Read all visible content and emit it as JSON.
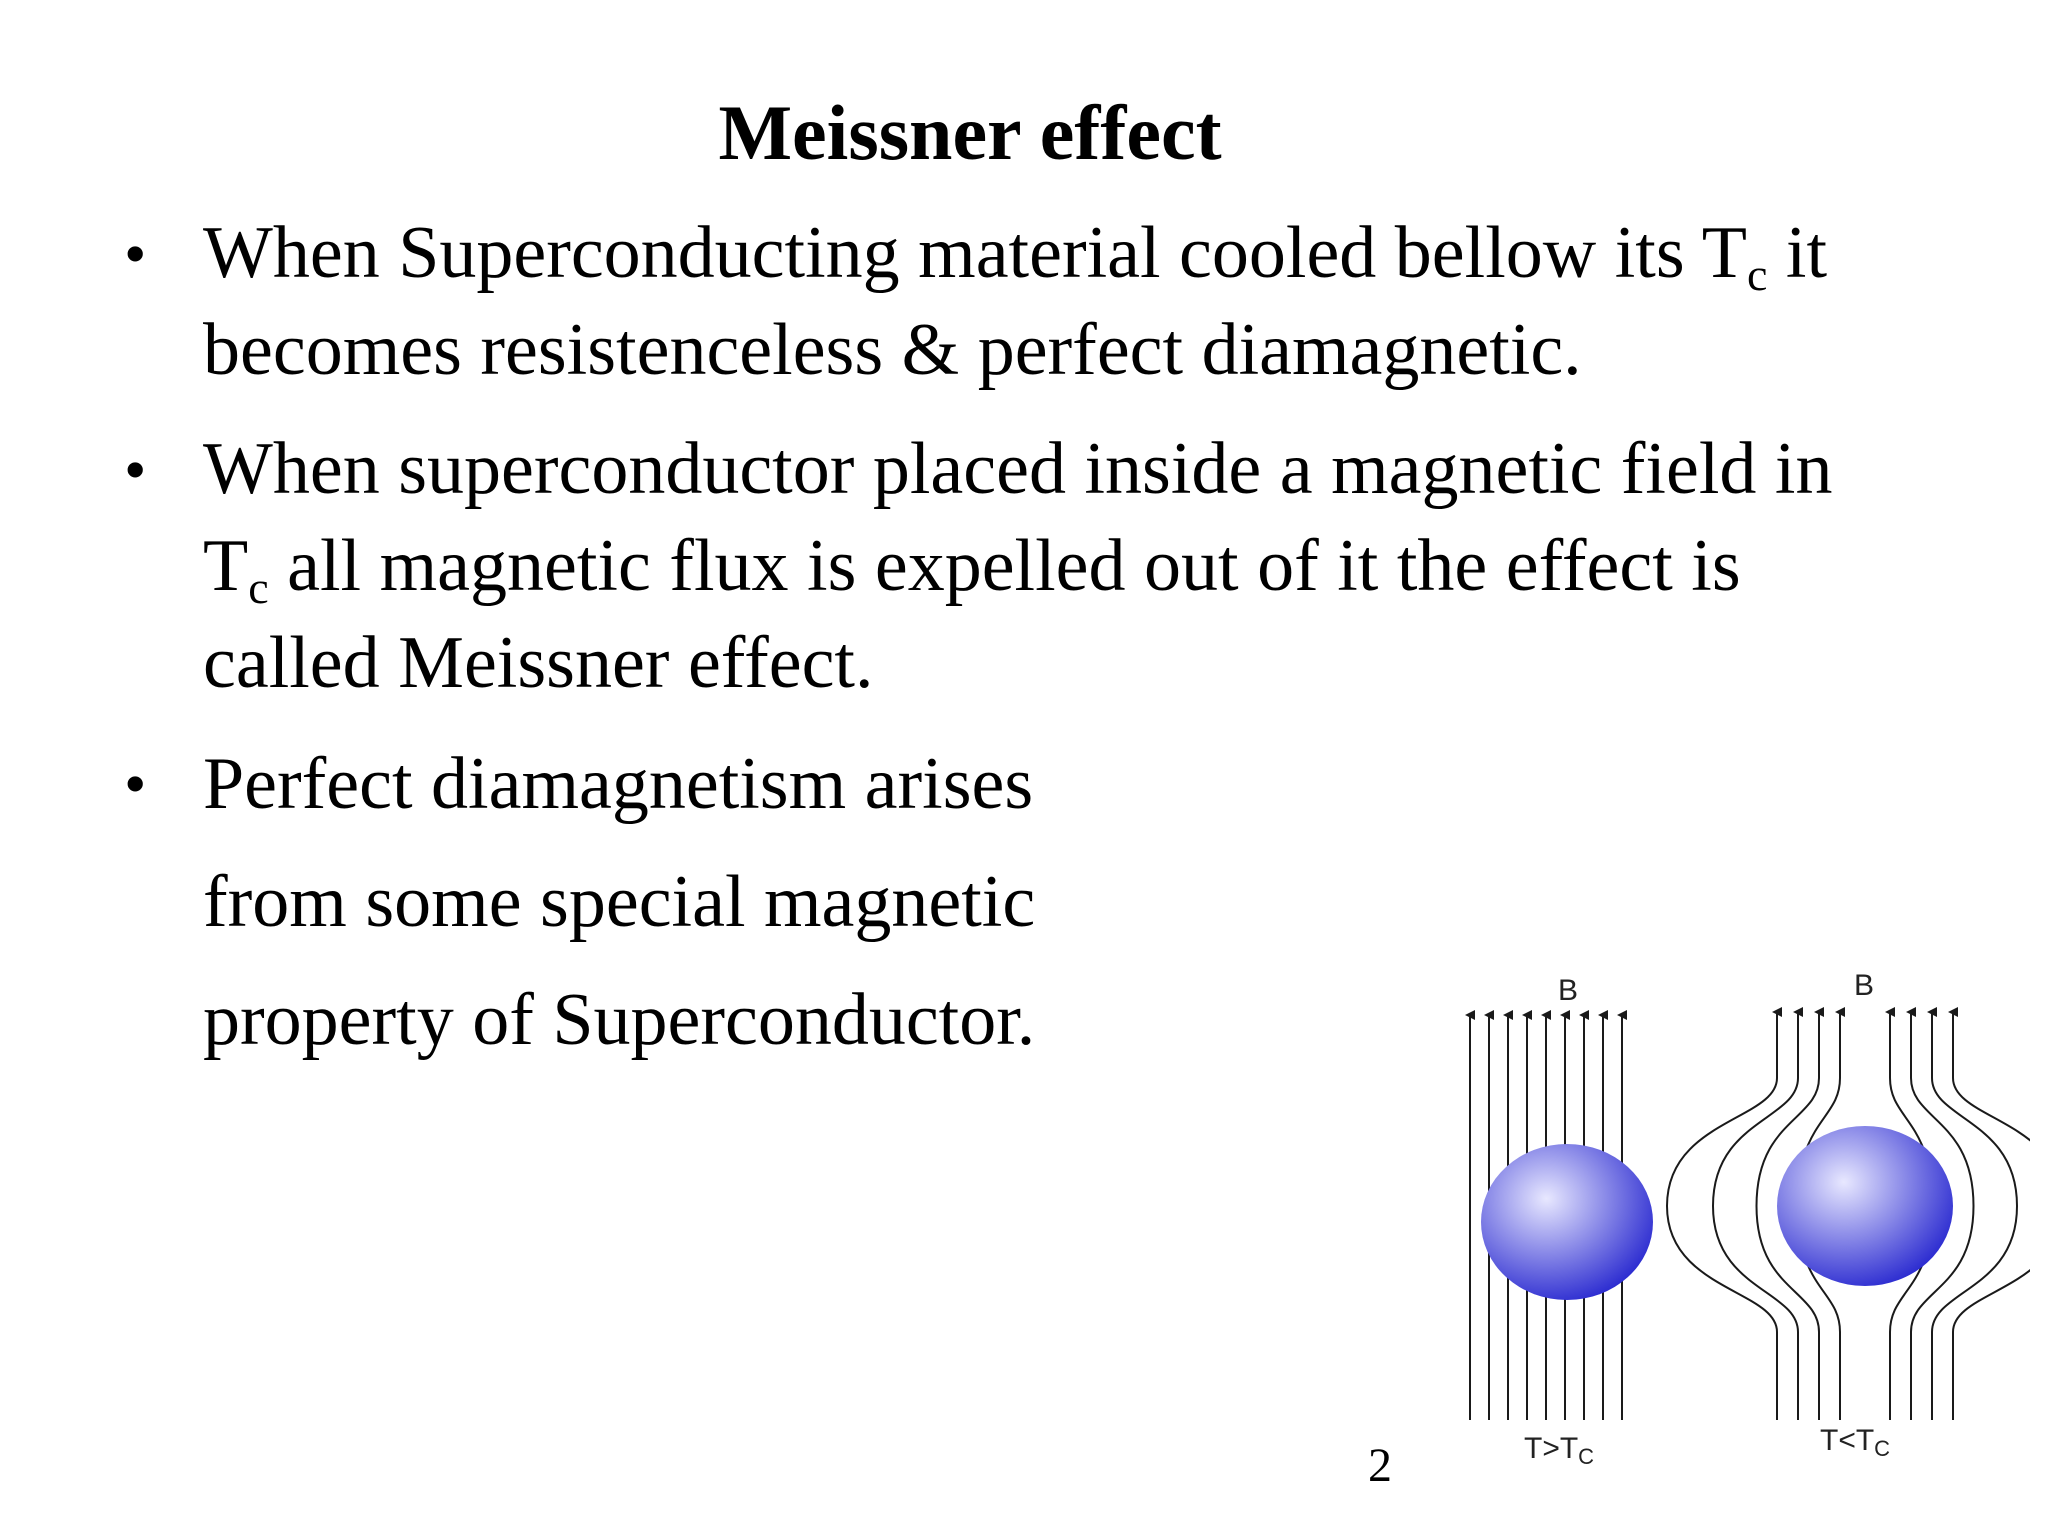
{
  "slide": {
    "title": "Meissner effect",
    "bullets": [
      {
        "lines": [
          {
            "pre": "When Superconducting material cooled bellow its T",
            "sub": "c",
            "post": " it"
          },
          {
            "pre": "becomes resistenceless & perfect diamagnetic.",
            "sub": "",
            "post": ""
          }
        ]
      },
      {
        "lines": [
          {
            "pre": "When superconductor placed inside a magnetic field in",
            "sub": "",
            "post": ""
          },
          {
            "pre": "T",
            "sub": "c",
            "post": " all magnetic flux is expelled out of it the effect is"
          },
          {
            "pre": "called Meissner effect.",
            "sub": "",
            "post": ""
          }
        ]
      },
      {
        "lines": [
          {
            "pre": "Perfect diamagnetism arises",
            "sub": "",
            "post": ""
          },
          {
            "pre": "from some special magnetic",
            "sub": "",
            "post": ""
          },
          {
            "pre": "property of Superconductor.",
            "sub": "",
            "post": ""
          }
        ]
      }
    ],
    "bullet_symbol": "•",
    "page_number": "2"
  },
  "figure": {
    "left_field_label": "B",
    "right_field_label": "B",
    "left_caption_main": "T>T",
    "left_caption_sub": "C",
    "right_caption_main": "T<T",
    "right_caption_sub": "C",
    "sphere_color": "#2a2ad0",
    "sphere_highlight": "#e8e8ff",
    "line_color": "#1a1a1a"
  }
}
